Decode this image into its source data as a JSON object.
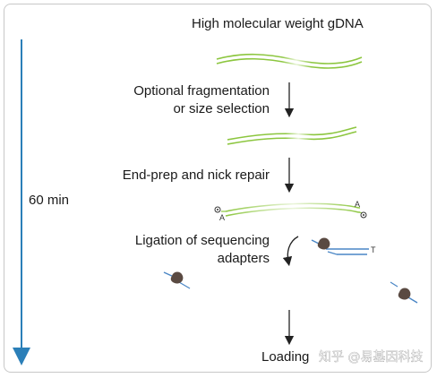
{
  "steps": {
    "input": "High molecular weight gDNA",
    "fragment_line1": "Optional fragmentation",
    "fragment_line2": "or size selection",
    "endprep": "End-prep and nick repair",
    "ligation_line1": "Ligation of sequencing",
    "ligation_line2": "adapters",
    "loading": "Loading"
  },
  "timeline": {
    "label": "60 min"
  },
  "strand_labels": {
    "a_left": "A",
    "a_right": "A",
    "t_adapter": "T"
  },
  "watermark": "知乎 @易基因科技",
  "colors": {
    "dna_green": "#8cc63f",
    "dna_green_light": "#c9e3a0",
    "adapter_blue": "#4a86c5",
    "motor_brown": "#5a4a42",
    "timeline_blue": "#2b7fb8",
    "arrow": "#222222"
  }
}
